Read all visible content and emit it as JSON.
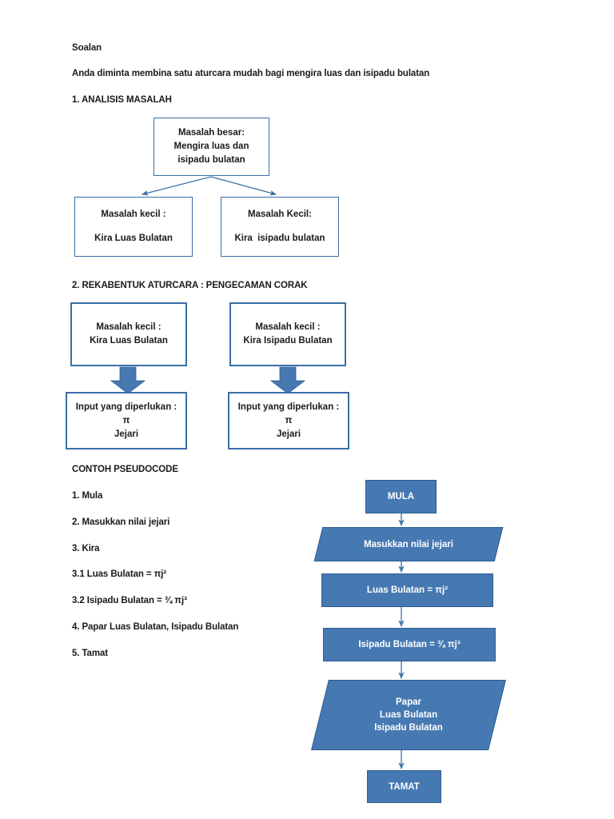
{
  "document": {
    "title": "Soalan",
    "intro": "Anda diminta membina satu aturcara mudah bagi mengira luas dan isipadu bulatan",
    "section1_heading": "1. ANALISIS MASALAH",
    "section2_heading": "2. REKABENTUK ATURCARA : PENGECAMAN CORAK",
    "pseudocode_heading": "CONTOH PSEUDOCODE"
  },
  "analysis": {
    "root": {
      "line1": "Masalah besar:",
      "line2": "Mengira luas dan",
      "line3": "isipadu bulatan"
    },
    "children": [
      {
        "line1": "Masalah kecil :",
        "line2": "Kira Luas Bulatan"
      },
      {
        "line1": "Masalah Kecil:",
        "line2": "Kira  isipadu bulatan"
      }
    ]
  },
  "design": {
    "columns": [
      {
        "problem": {
          "line1": "Masalah kecil :",
          "line2": "Kira Luas Bulatan"
        },
        "input": {
          "line1": "Input yang diperlukan :",
          "line2": "π",
          "line3": "Jejari"
        }
      },
      {
        "problem": {
          "line1": "Masalah kecil :",
          "line2": "Kira Isipadu Bulatan"
        },
        "input": {
          "line1": "Input yang diperlukan :",
          "line2": "π",
          "line3": "Jejari"
        }
      }
    ]
  },
  "pseudocode": {
    "steps": [
      "1. Mula",
      "2. Masukkan nilai jejari",
      "3. Kira",
      "3.1 Luas Bulatan = πj²",
      "3.2 Isipadu Bulatan = ¾ πj³",
      "4. Papar Luas Bulatan, Isipadu Bulatan",
      "5. Tamat"
    ]
  },
  "flowchart": {
    "nodes": [
      {
        "label": "MULA",
        "shape": "rectangle"
      },
      {
        "label": "Masukkan nilai jejari",
        "shape": "parallelogram"
      },
      {
        "label": "Luas Bulatan = πj²",
        "shape": "rectangle"
      },
      {
        "label": "Isipadu Bulatan = ¾ πj³",
        "shape": "rectangle"
      },
      {
        "line1": "Papar",
        "line2": "Luas Bulatan",
        "line3": "Isipadu Bulatan",
        "shape": "parallelogram"
      },
      {
        "label": "TAMAT",
        "shape": "rectangle"
      }
    ]
  },
  "colors": {
    "shape_fill": "#4679b2",
    "shape_border": "#2f5c8f",
    "outline_border": "#3a6ea5",
    "text": "#1a1a1a",
    "shape_text": "#ffffff"
  }
}
